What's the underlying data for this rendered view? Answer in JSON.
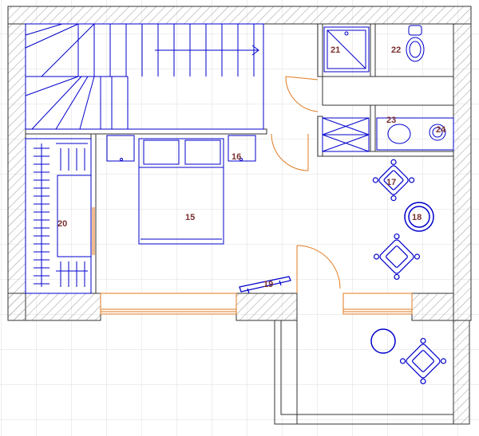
{
  "colors": {
    "background": "#ffffff",
    "grid": "#dcdcdc",
    "wall": "#333333",
    "hatch": "#9a9a9a",
    "furniture": "#0000cc",
    "door": "#e07a1f",
    "label": "#7a3030"
  },
  "rooms": [
    {
      "id": "shower",
      "label": "21"
    },
    {
      "id": "toilet",
      "label": "22"
    },
    {
      "id": "washbasin-counter",
      "label": "23"
    },
    {
      "id": "washbasin-small",
      "label": "24"
    },
    {
      "id": "bed",
      "label": "15"
    },
    {
      "id": "nightstand",
      "label": "16"
    },
    {
      "id": "armchair-top",
      "label": "17"
    },
    {
      "id": "round-table",
      "label": "18"
    },
    {
      "id": "lounge-chair",
      "label": "19"
    },
    {
      "id": "wardrobe",
      "label": "20"
    }
  ],
  "icons": [
    "stair-icon",
    "bed-icon",
    "toilet-icon",
    "shower-icon",
    "armchair-icon",
    "round-table-icon",
    "wardrobe-icon",
    "door-swing-icon"
  ]
}
